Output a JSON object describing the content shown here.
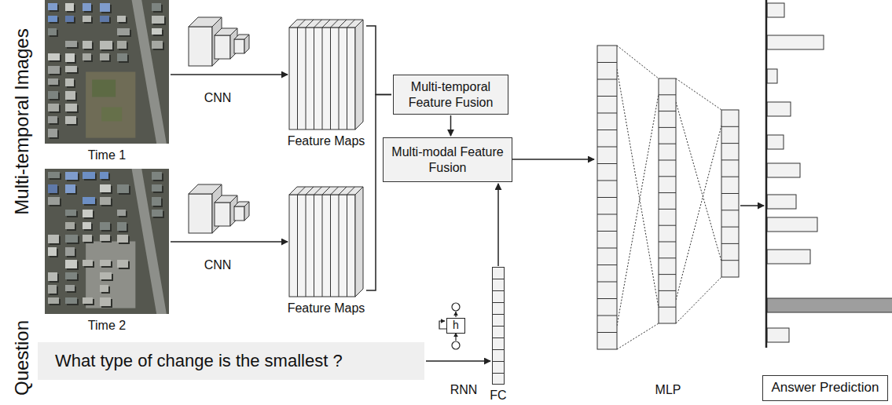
{
  "diagram": {
    "nodes": [
      {
        "text": [
          "Time 1"
        ]
      },
      {
        "text": [
          "Feature Maps"
        ]
      },
      {
        "text": [
          "Multi-temporal Feature Fusion"
        ]
      },
      {
        "text": [
          "Time 2"
        ]
      },
      {
        "text": [
          "Feature Maps"
        ]
      },
      {
        "text": [
          "Multi-modal Feature Fusion"
        ]
      },
      {
        "text": [
          "What type of change is the smallest ?"
        ]
      },
      {
        "text": [
          "h"
        ]
      },
      {
        "text": [
          "FC"
        ]
      },
      {
        "text": [
          "Answer Prediction"
        ]
      }
    ],
    "edges": [
      {
        "from": 0,
        "to": 1,
        "arrow": "to"
      },
      {
        "from": 1,
        "to": 2,
        "arrow": "none"
      },
      {
        "from": 3,
        "to": 4,
        "arrow": "to"
      },
      {
        "from": 4,
        "to": 2,
        "arrow": "none"
      },
      {
        "from": 2,
        "to": 5,
        "arrow": "to"
      },
      {
        "from": 6,
        "to": 8,
        "arrow": "to"
      },
      {
        "from": 8,
        "to": 5,
        "arrow": "to"
      }
    ],
    "labels": [
      "Multi-temporal Images",
      "Question",
      "CNN",
      "CNN",
      "RNN",
      "MLP"
    ]
  }
}
